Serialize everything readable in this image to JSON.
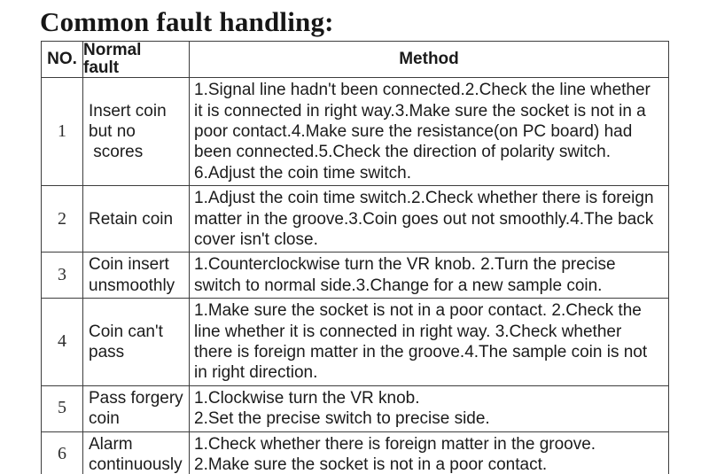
{
  "title": "Common fault handling:",
  "table": {
    "headers": {
      "no": "NO.",
      "fault": "Normal\nfault",
      "method": "Method"
    },
    "rows": [
      {
        "no": "1",
        "fault": "Insert coin\nbut no\n scores",
        "method": "1.Signal line hadn't been connected.2.Check the line whether\nit is connected in right way.3.Make sure the socket is not in a\npoor contact.4.Make sure the resistance(on PC board) had\nbeen connected.5.Check the direction of polarity switch.\n6.Adjust the coin time switch."
      },
      {
        "no": "2",
        "fault": "Retain coin",
        "method": "1.Adjust the coin time switch.2.Check whether there is foreign\nmatter in the groove.3.Coin goes out not smoothly.4.The back\ncover isn't close."
      },
      {
        "no": "3",
        "fault": "Coin insert\nunsmoothly",
        "method": "1.Counterclockwise turn the VR knob. 2.Turn the precise\nswitch to normal side.3.Change for a new sample coin."
      },
      {
        "no": "4",
        "fault": "Coin can't\npass",
        "method": "1.Make sure the socket is not in a poor contact. 2.Check the\nline whether it is connected in right way. 3.Check whether\nthere is foreign matter in the groove.4.The sample coin is not\nin right direction."
      },
      {
        "no": "5",
        "fault": "Pass forgery\ncoin",
        "method": "1.Clockwise turn the VR knob.\n2.Set the precise switch to precise side."
      },
      {
        "no": "6",
        "fault": "Alarm\ncontinuously",
        "method": "1.Check whether there is foreign matter in the groove.\n2.Make sure the socket is not in a poor contact."
      }
    ]
  }
}
